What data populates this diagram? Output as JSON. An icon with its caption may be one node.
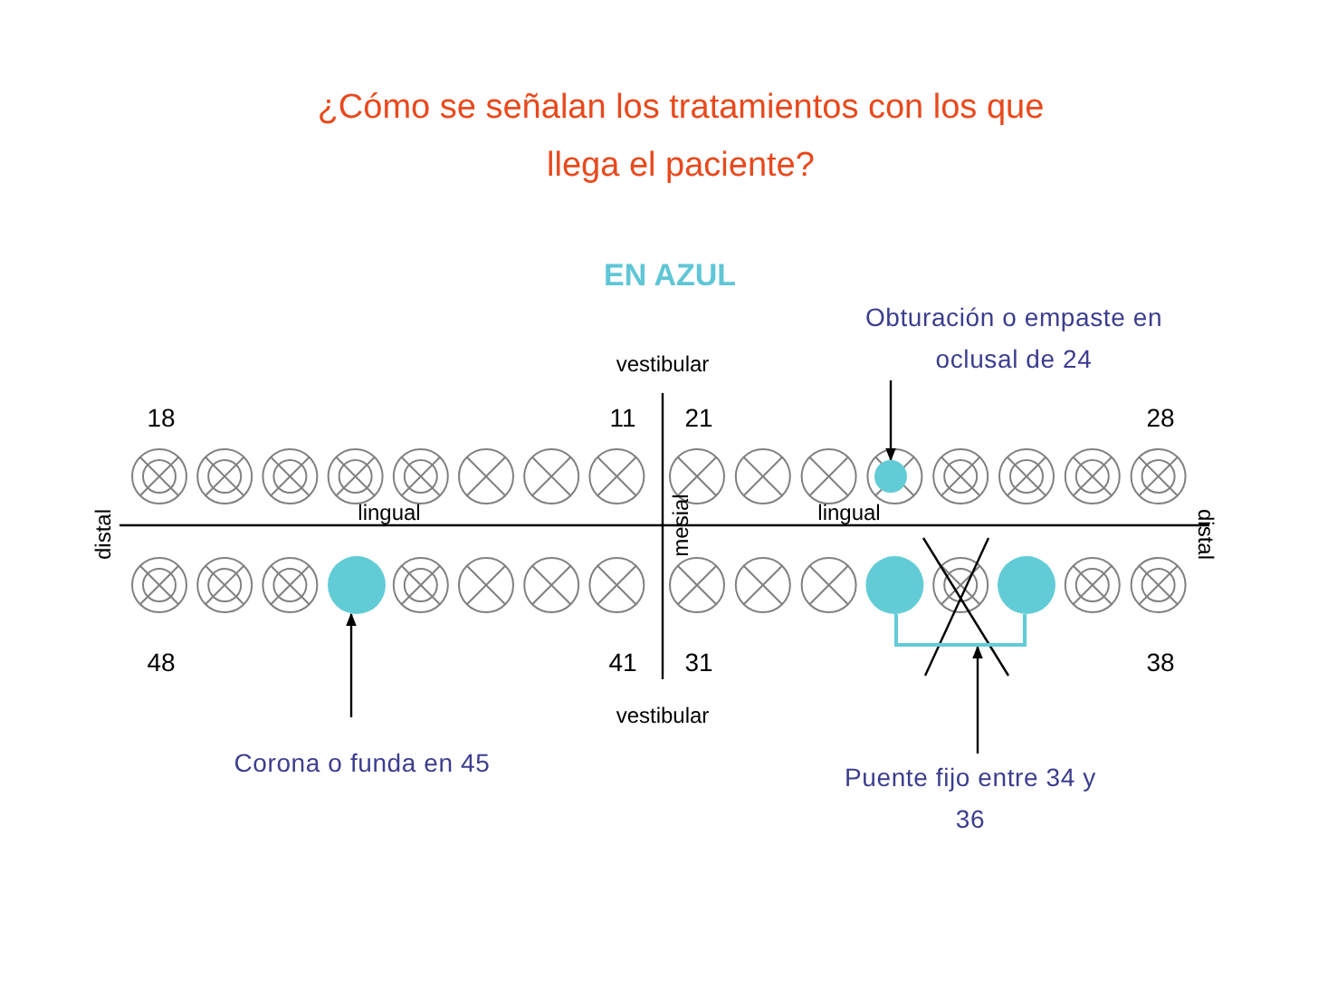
{
  "diagram": {
    "title": "¿Cómo se señalan los tratamientos con los que llega el paciente?",
    "nodes": [
      {
        "text": [
          "Obturación o empaste en oclusal de 24"
        ]
      },
      {
        "text": [],
        "shape": "circle"
      },
      {
        "text": [
          "Corona o funda en 45"
        ]
      },
      {
        "text": [],
        "shape": "circle"
      },
      {
        "text": [
          "Puente fijo entre 34 y 36"
        ]
      },
      {
        "text": [],
        "shape": "bar"
      }
    ],
    "edges": [
      {
        "from": 0,
        "to": 1,
        "arrow": "to"
      },
      {
        "from": 2,
        "to": 3,
        "arrow": "to"
      },
      {
        "from": 4,
        "to": 5,
        "arrow": "to"
      }
    ],
    "labels": [
      "EN AZUL",
      "vestibular",
      "18",
      "11",
      "21",
      "28",
      "distal",
      "lingual",
      "mesial",
      "lingual",
      "distal",
      "48",
      "41",
      "31",
      "38",
      "vestibular"
    ]
  }
}
